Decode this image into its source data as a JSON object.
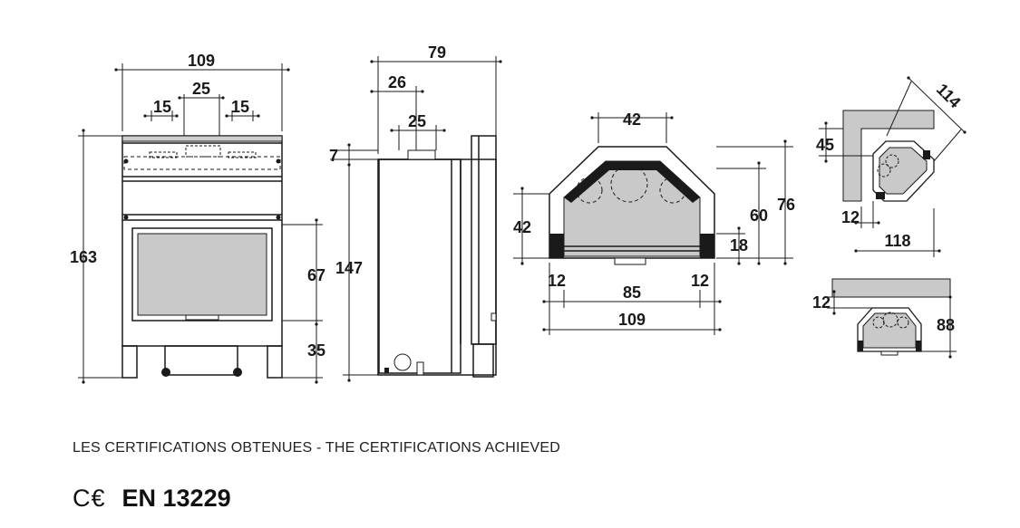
{
  "front_view": {
    "width": "109",
    "inner_spacing": "25",
    "left_offset": "15",
    "right_offset": "15",
    "height": "163",
    "glass_height": "67",
    "base_height": "35"
  },
  "side_view": {
    "depth": "79",
    "flue_offset": "26",
    "flue_diameter": "25",
    "top_offset": "7",
    "height": "147"
  },
  "plan_view": {
    "rear_width": "42",
    "side_depth": "42",
    "total_depth": "76",
    "inner_depth": "60",
    "front_return": "18",
    "left_margin": "12",
    "right_margin": "12",
    "inner_width": "85",
    "overall_width": "109"
  },
  "corner_install": {
    "diagonal": "114",
    "wall_offset": "45",
    "side_gap": "12",
    "wall_length": "118"
  },
  "wall_install": {
    "wall_gap": "12",
    "depth": "88"
  },
  "certification": {
    "caption": "LES CERTIFICATIONS OBTENUES - THE CERTIFICATIONS ACHIEVED",
    "ce_mark": "C€",
    "standard": "EN 13229"
  }
}
